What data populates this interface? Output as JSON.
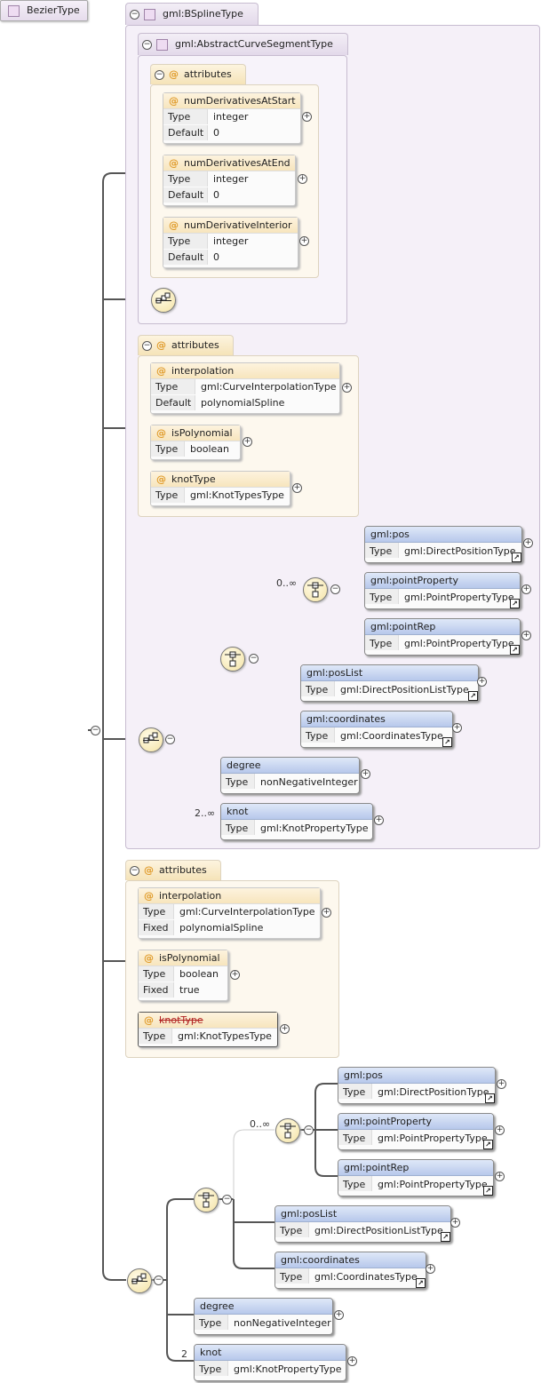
{
  "root": {
    "name": "BezierType"
  },
  "base": {
    "name": "gml:BSplineType",
    "inner_base": {
      "name": "gml:AbstractCurveSegmentType",
      "attributes_label": "attributes",
      "attributes": [
        {
          "name": "numDerivativesAtStart",
          "type_label": "Type",
          "type": "integer",
          "extra_label": "Default",
          "extra": "0"
        },
        {
          "name": "numDerivativesAtEnd",
          "type_label": "Type",
          "type": "integer",
          "extra_label": "Default",
          "extra": "0"
        },
        {
          "name": "numDerivativeInterior",
          "type_label": "Type",
          "type": "integer",
          "extra_label": "Default",
          "extra": "0"
        }
      ]
    },
    "attributes_label": "attributes",
    "attributes": [
      {
        "name": "interpolation",
        "type_label": "Type",
        "type": "gml:CurveInterpolationType",
        "extra_label": "Default",
        "extra": "polynomialSpline"
      },
      {
        "name": "isPolynomial",
        "type_label": "Type",
        "type": "boolean"
      },
      {
        "name": "knotType",
        "type_label": "Type",
        "type": "gml:KnotTypesType"
      }
    ],
    "sequence": {
      "choice_occurs": "0..∞",
      "choice_elements": [
        {
          "name": "gml:pos",
          "type_label": "Type",
          "type": "gml:DirectPositionType"
        },
        {
          "name": "gml:pointProperty",
          "type_label": "Type",
          "type": "gml:PointPropertyType"
        },
        {
          "name": "gml:pointRep",
          "type_label": "Type",
          "type": "gml:PointPropertyType"
        }
      ],
      "elements": [
        {
          "name": "gml:posList",
          "type_label": "Type",
          "type": "gml:DirectPositionListType"
        },
        {
          "name": "gml:coordinates",
          "type_label": "Type",
          "type": "gml:CoordinatesType"
        },
        {
          "name": "degree",
          "type_label": "Type",
          "type": "nonNegativeInteger"
        },
        {
          "name": "knot",
          "type_label": "Type",
          "type": "gml:KnotPropertyType",
          "occurs": "2..∞"
        }
      ]
    }
  },
  "restriction": {
    "attributes_label": "attributes",
    "attributes": [
      {
        "name": "interpolation",
        "type_label": "Type",
        "type": "gml:CurveInterpolationType",
        "extra_label": "Fixed",
        "extra": "polynomialSpline"
      },
      {
        "name": "isPolynomial",
        "type_label": "Type",
        "type": "boolean",
        "extra_label": "Fixed",
        "extra": "true"
      },
      {
        "name": "knotType",
        "type_label": "Type",
        "type": "gml:KnotTypesType",
        "prohibited": true
      }
    ],
    "sequence": {
      "choice_occurs": "0..∞",
      "choice_elements": [
        {
          "name": "gml:pos",
          "type_label": "Type",
          "type": "gml:DirectPositionType"
        },
        {
          "name": "gml:pointProperty",
          "type_label": "Type",
          "type": "gml:PointPropertyType"
        },
        {
          "name": "gml:pointRep",
          "type_label": "Type",
          "type": "gml:PointPropertyType"
        }
      ],
      "elements": [
        {
          "name": "gml:posList",
          "type_label": "Type",
          "type": "gml:DirectPositionListType"
        },
        {
          "name": "gml:coordinates",
          "type_label": "Type",
          "type": "gml:CoordinatesType"
        },
        {
          "name": "degree",
          "type_label": "Type",
          "type": "nonNegativeInteger"
        },
        {
          "name": "knot",
          "type_label": "Type",
          "type": "gml:KnotPropertyType",
          "occurs": "2"
        }
      ]
    }
  },
  "icons": {
    "collapse": "collapse-minus-icon",
    "expand": "expand-plus-icon",
    "sequence": "sequence-compositor-icon",
    "choice": "choice-compositor-icon",
    "reference": "reference-arrow-icon",
    "attribute": "attribute-at-icon",
    "complex_type": "complex-type-icon"
  },
  "colors": {
    "type_bg": "#f5f0f8",
    "attr_bg": "#fdf8ee",
    "attr_header": "#f7e5bd",
    "element_header": "#b7c8eb",
    "prohibited": "#b02020"
  }
}
